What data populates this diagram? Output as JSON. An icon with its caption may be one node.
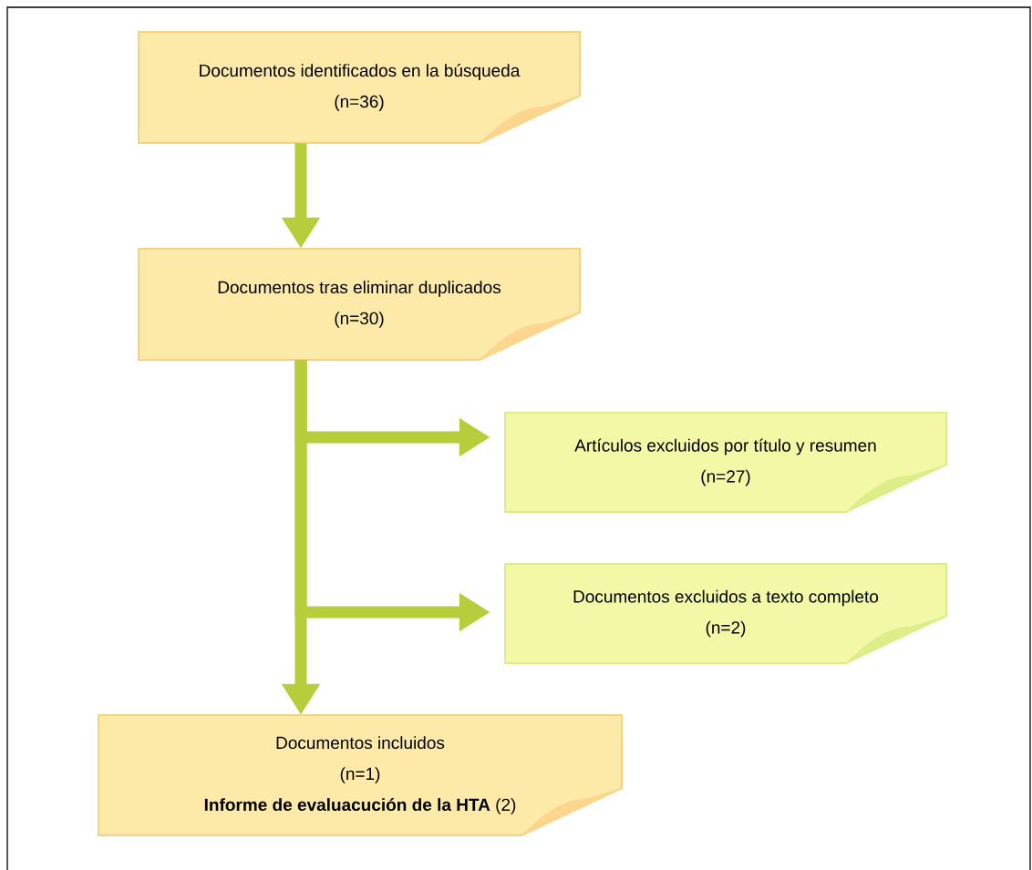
{
  "diagram": {
    "nodes": [
      {
        "text": [
          "Documentos identificados en la búsqueda",
          "(n=36)"
        ]
      },
      {
        "text": [
          "Documentos tras eliminar duplicados",
          "(n=30)"
        ]
      },
      {
        "text": [
          "Artículos excluidos por título y resumen",
          "(n=27)"
        ]
      },
      {
        "text": [
          "Documentos excluidos a texto completo",
          "(n=2)"
        ]
      },
      {
        "text": [
          "Documentos incluidos",
          "(n=1)",
          "**Informe de evaluacución de la HTA** (2)"
        ]
      }
    ],
    "edges": [
      {
        "from": 0,
        "to": 1,
        "arrow": "to"
      },
      {
        "from": 1,
        "to": 2,
        "arrow": "to"
      },
      {
        "from": 1,
        "to": 3,
        "arrow": "to"
      },
      {
        "from": 1,
        "to": 4,
        "arrow": "to"
      }
    ]
  }
}
